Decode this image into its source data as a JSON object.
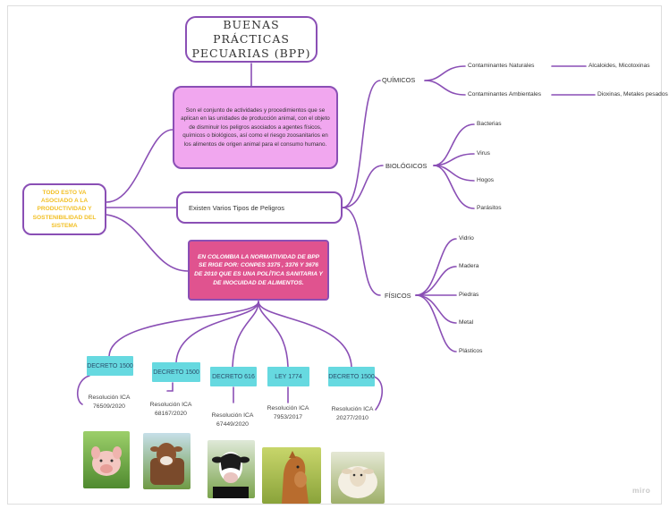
{
  "title": "BUENAS PRÁCTICAS PECUARIAS (BPP)",
  "definition": "Son el conjunto de actividades y procedimientos que se aplican en las unidades de producción animal, con el objeto de disminuir los peligros asociados a agentes físicos, químicos o biológicos, así como el riesgo zoosanitarios en los alimentos de origen animal para el consumo humano.",
  "peligros": "Existen Varios Tipos de Peligros",
  "colombia": "EN COLOMBIA LA NORMATIVIDAD DE BPP SE RIGE POR: CONPES 3375 , 3376 Y 3676 DE 2010 QUE ES UNA POLÍTICA SANITARIA Y DE INOCUIDAD DE ALIMENTOS.",
  "asociado": "TODO ESTO VA ASOCIADO A LA PRODUCTIVIDAD Y SOSTENIBILIDAD DEL SISTEMA",
  "quimicos": {
    "label": "QUÍMICOS",
    "items": [
      {
        "label": "Contaminantes Naturales",
        "detail": "Alcaloides, Micotoxinas"
      },
      {
        "label": "Contaminantes Ambientales",
        "detail": "Dioxinas, Metales pesados"
      }
    ]
  },
  "biologicos": {
    "label": "BIOLÓGICOS",
    "items": [
      "Bacterias",
      "Virus",
      "Hogos",
      "Parásitos"
    ]
  },
  "fisicos": {
    "label": "FÍSICOS",
    "items": [
      "Vidrio",
      "Madera",
      "Piedras",
      "Metal",
      "Plásticos"
    ]
  },
  "normas": [
    {
      "label": "DECRETO 1500",
      "resolution": "Resolución ICA 76509/2020",
      "animal": "pig"
    },
    {
      "label": "DECRETO 1500",
      "resolution": "Resolución ICA 68167/2020",
      "animal": "cow-brown"
    },
    {
      "label": "DECRETO 616",
      "resolution": "Resolución ICA 67449/2020",
      "animal": "cow-holstein"
    },
    {
      "label": "LEY 1774",
      "resolution": "Resolución ICA 7953/2017",
      "animal": "horse"
    },
    {
      "label": "DECRETO 1500",
      "resolution": "Resolución ICA 20277/2010",
      "animal": "sheep"
    }
  ],
  "watermark": "miro",
  "colors": {
    "border": "#8a4fb5",
    "definition_fill": "#f1a7ef",
    "colombia_fill": "#e0538f",
    "decreto_fill": "#66d9e0",
    "asociado_text": "#f2c026"
  }
}
